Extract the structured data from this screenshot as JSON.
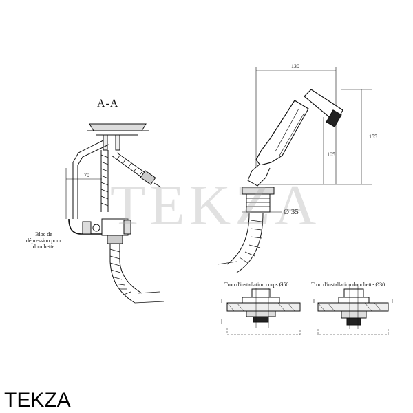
{
  "section_label": "A-A",
  "dimensions": {
    "width_top": "130",
    "height_total": "155",
    "height_inner": "105",
    "diameter_base": "Ø 35",
    "offset_left": "70"
  },
  "notes": {
    "bloc_line1": "Bloc de",
    "bloc_line2": "dépression pour",
    "bloc_line3": "douchette"
  },
  "captions": {
    "body_hole": "Trou d'installation corps Ø50",
    "handset_hole": "Trou d'installation douchette Ø30"
  },
  "watermark": "TEKZA",
  "brand": "TEKZA"
}
